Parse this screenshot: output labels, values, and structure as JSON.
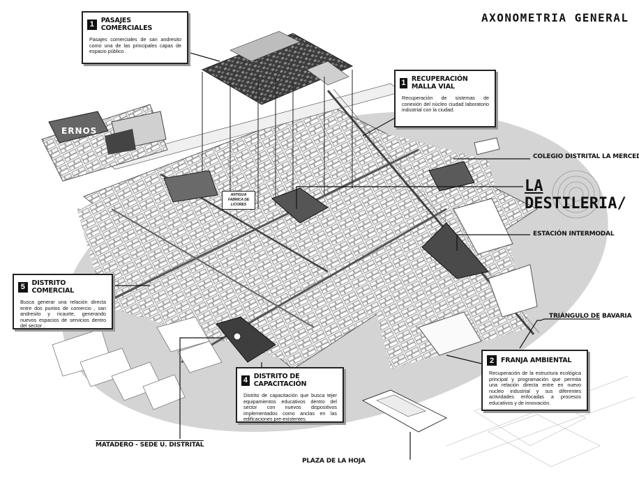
{
  "title": "AXONOMETRIA GENERAL",
  "hero_label": {
    "prefix": "LA",
    "rest": " DESTILERIA/"
  },
  "corner_label": "ERNOS",
  "map_tag": "ANTIGUA FABRICA DE LICORES",
  "callouts": [
    {
      "num": "1",
      "title": "PASAJES COMERCIALES",
      "text": "Pasajes comerciales de san andresito como una de las principales capas de espacio público ."
    },
    {
      "num": "1",
      "title": "RECUPERACIÓN MALLA VIAL",
      "text": "Recuperación de sistemas de conexión del núcleo ciudad laboratorio industrial con la ciudad."
    },
    {
      "num": "5",
      "title": "DISTRITO COMERCIAL",
      "text": "Busca generar una relación directa entre dos puntos de comercio , san andresito y ricaurte, generando nuevos espacios de servicios dentro del sector ."
    },
    {
      "num": "4",
      "title": "DISTRITO DE CAPACITACIÓN",
      "text": "Distrito de capacitación que busca tejer equipamientos educativos dentro del sector con nuevos dispositivos implementados como anclas en las edificaciones pre-existentes."
    },
    {
      "num": "2",
      "title": "FRANJA AMBIENTAL",
      "text": "Recuperación de la estructura ecológica principal y programación que permita una relación directa entre en nuevo nucleo industrial y sus diferentes actividades enfocadas a procesos educativos y de innovación."
    }
  ],
  "labels": {
    "colegio": "COLEGIO DISTRITAL LA MERCED",
    "estacion": "ESTACIÓN INTERMODAL",
    "triangulo": "TRIÁNGULO DE BAVARIA",
    "matadero": "MATADERO - SEDE U. DISTRITAL",
    "plaza": "PLAZA DE LA HOJA"
  },
  "colors": {
    "oval": "#d2d2d2",
    "dark_block": "#4a4a4a",
    "line": "#222222"
  }
}
